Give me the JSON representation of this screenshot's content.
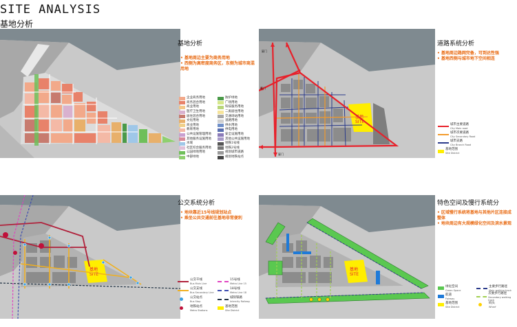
{
  "header": {
    "title": "SITE ANALYSIS",
    "subtitle": "基地分析"
  },
  "site_label": {
    "cn": "基地",
    "en": "SITE"
  },
  "road_labels": {
    "tl": "厦门",
    "ml": "厦门",
    "bl": "厦门"
  },
  "panels": {
    "landuse": {
      "title": "基地分析",
      "bullets": [
        "基地周边主要为商务用地",
        "西侧为高密度商务区，东侧为城市商混用地"
      ],
      "legend": [
        {
          "label": "企业商务用地",
          "color": "#f2a98a"
        },
        {
          "label": "商务混合用地",
          "color": "#e8826a"
        },
        {
          "label": "商业用地",
          "color": "#f4c88a"
        },
        {
          "label": "医疗卫生用地",
          "color": "#d9b1cf"
        },
        {
          "label": "居住混合用地",
          "color": "#c77b6f"
        },
        {
          "label": "文化用地",
          "color": "#e8b06a"
        },
        {
          "label": "商业用地",
          "color": "#f0d08a"
        },
        {
          "label": "教育用地",
          "color": "#f4b9a6"
        },
        {
          "label": "公共设施管理用地",
          "color": "#c9a0d0"
        },
        {
          "label": "其他服务设施用地",
          "color": "#d98a9a"
        },
        {
          "label": "水域",
          "color": "#9fc7e8"
        },
        {
          "label": "社区综合服务用地",
          "color": "#e0c0d8"
        },
        {
          "label": "公园绿地用地",
          "color": "#6fbf5a"
        },
        {
          "label": "中部绿地",
          "color": "#8fd06f"
        },
        {
          "label": "防护绿地",
          "color": "#4a9a48"
        },
        {
          "label": "广场用地",
          "color": "#d6e88a"
        },
        {
          "label": "科技服务用地",
          "color": "#b8d67a"
        },
        {
          "label": "二类居住用地",
          "color": "#f6e49a"
        },
        {
          "label": "交通场站用地",
          "color": "#a7a7a7"
        },
        {
          "label": "道路用地",
          "color": "#cfcfcf"
        },
        {
          "label": "供水用地",
          "color": "#6f8fc8"
        },
        {
          "label": "供电用地",
          "color": "#5a6fb0"
        },
        {
          "label": "安全设施用地",
          "color": "#8a7ab8"
        },
        {
          "label": "其他公共设施用地",
          "color": "#a89bc8"
        },
        {
          "label": "地铁1号线",
          "color": "#555555"
        },
        {
          "label": "地铁2号线",
          "color": "#777777"
        },
        {
          "label": "规划城市道路",
          "color": "#999999"
        },
        {
          "label": "规划地铁站点",
          "color": "#444444"
        }
      ]
    },
    "roads": {
      "title": "道路系统分析",
      "bullets": [
        "基地周边路网完备，可到达性强",
        "基地西侧与城市地下空间相连"
      ],
      "legend": [
        {
          "label": "城市主要道路",
          "en": "City Main road",
          "color": "#e8202a"
        },
        {
          "label": "城市次要道路",
          "en": "City Secondary Road",
          "color": "#f39a2a"
        },
        {
          "label": "城市支路",
          "en": "City Branch Road",
          "color": "#2a3a8a"
        },
        {
          "label": "基地范围",
          "en": "Site District",
          "color": "#ffee00"
        }
      ]
    },
    "transit": {
      "title": "公交系统分析",
      "bullets": [
        "地块靠近15号线规划站点",
        "乘坐公共交通前往基地非常便利"
      ],
      "legend": [
        {
          "label": "公交干线",
          "en": "Bus Main Line",
          "color": "#b0203a",
          "kind": "line"
        },
        {
          "label": "15号线",
          "en": "Metro Line 15",
          "color": "#e040c0",
          "kind": "dash"
        },
        {
          "label": "公交支线",
          "en": "Bus Secondary Line",
          "color": "#f0b020",
          "kind": "line"
        },
        {
          "label": "18号线",
          "en": "Metro Line 18",
          "color": "#3a4ab0",
          "kind": "dash"
        },
        {
          "label": "公交站点",
          "en": "Bus Stop",
          "color": "#3aa0e0",
          "kind": "dot"
        },
        {
          "label": "城际铁路",
          "en": "Intercity Railway",
          "color": "#223344",
          "kind": "dash"
        },
        {
          "label": "地铁站点",
          "en": "Metro Stations",
          "color": "#c0103a",
          "kind": "dot"
        },
        {
          "label": "基地范围",
          "en": "Site District",
          "color": "#ffee00",
          "kind": "box"
        }
      ]
    },
    "green": {
      "title": "特色空间及慢行系统分",
      "bullets": [
        "区域慢行系统将基地与其他片区连接成整体",
        "地块周边有大规模绿化空间及滨水景观"
      ],
      "legend": [
        {
          "label": "绿化空间",
          "en": "Green Space",
          "color": "#5ac850",
          "kind": "box"
        },
        {
          "label": "主要步行路径",
          "en": "Main walking track",
          "color": "#2a3a8a",
          "kind": "dash"
        },
        {
          "label": "航道",
          "en": "Fairway",
          "color": "#1e7ad8",
          "kind": "box"
        },
        {
          "label": "次要步行路径",
          "en": "Secondary walking track",
          "color": "#a0d050",
          "kind": "dash"
        },
        {
          "label": "基地范围",
          "en": "Site District",
          "color": "#ffee00",
          "kind": "box"
        },
        {
          "label": "码头",
          "en": "Wharf",
          "color": "#ffd000",
          "kind": "dot"
        }
      ]
    }
  }
}
